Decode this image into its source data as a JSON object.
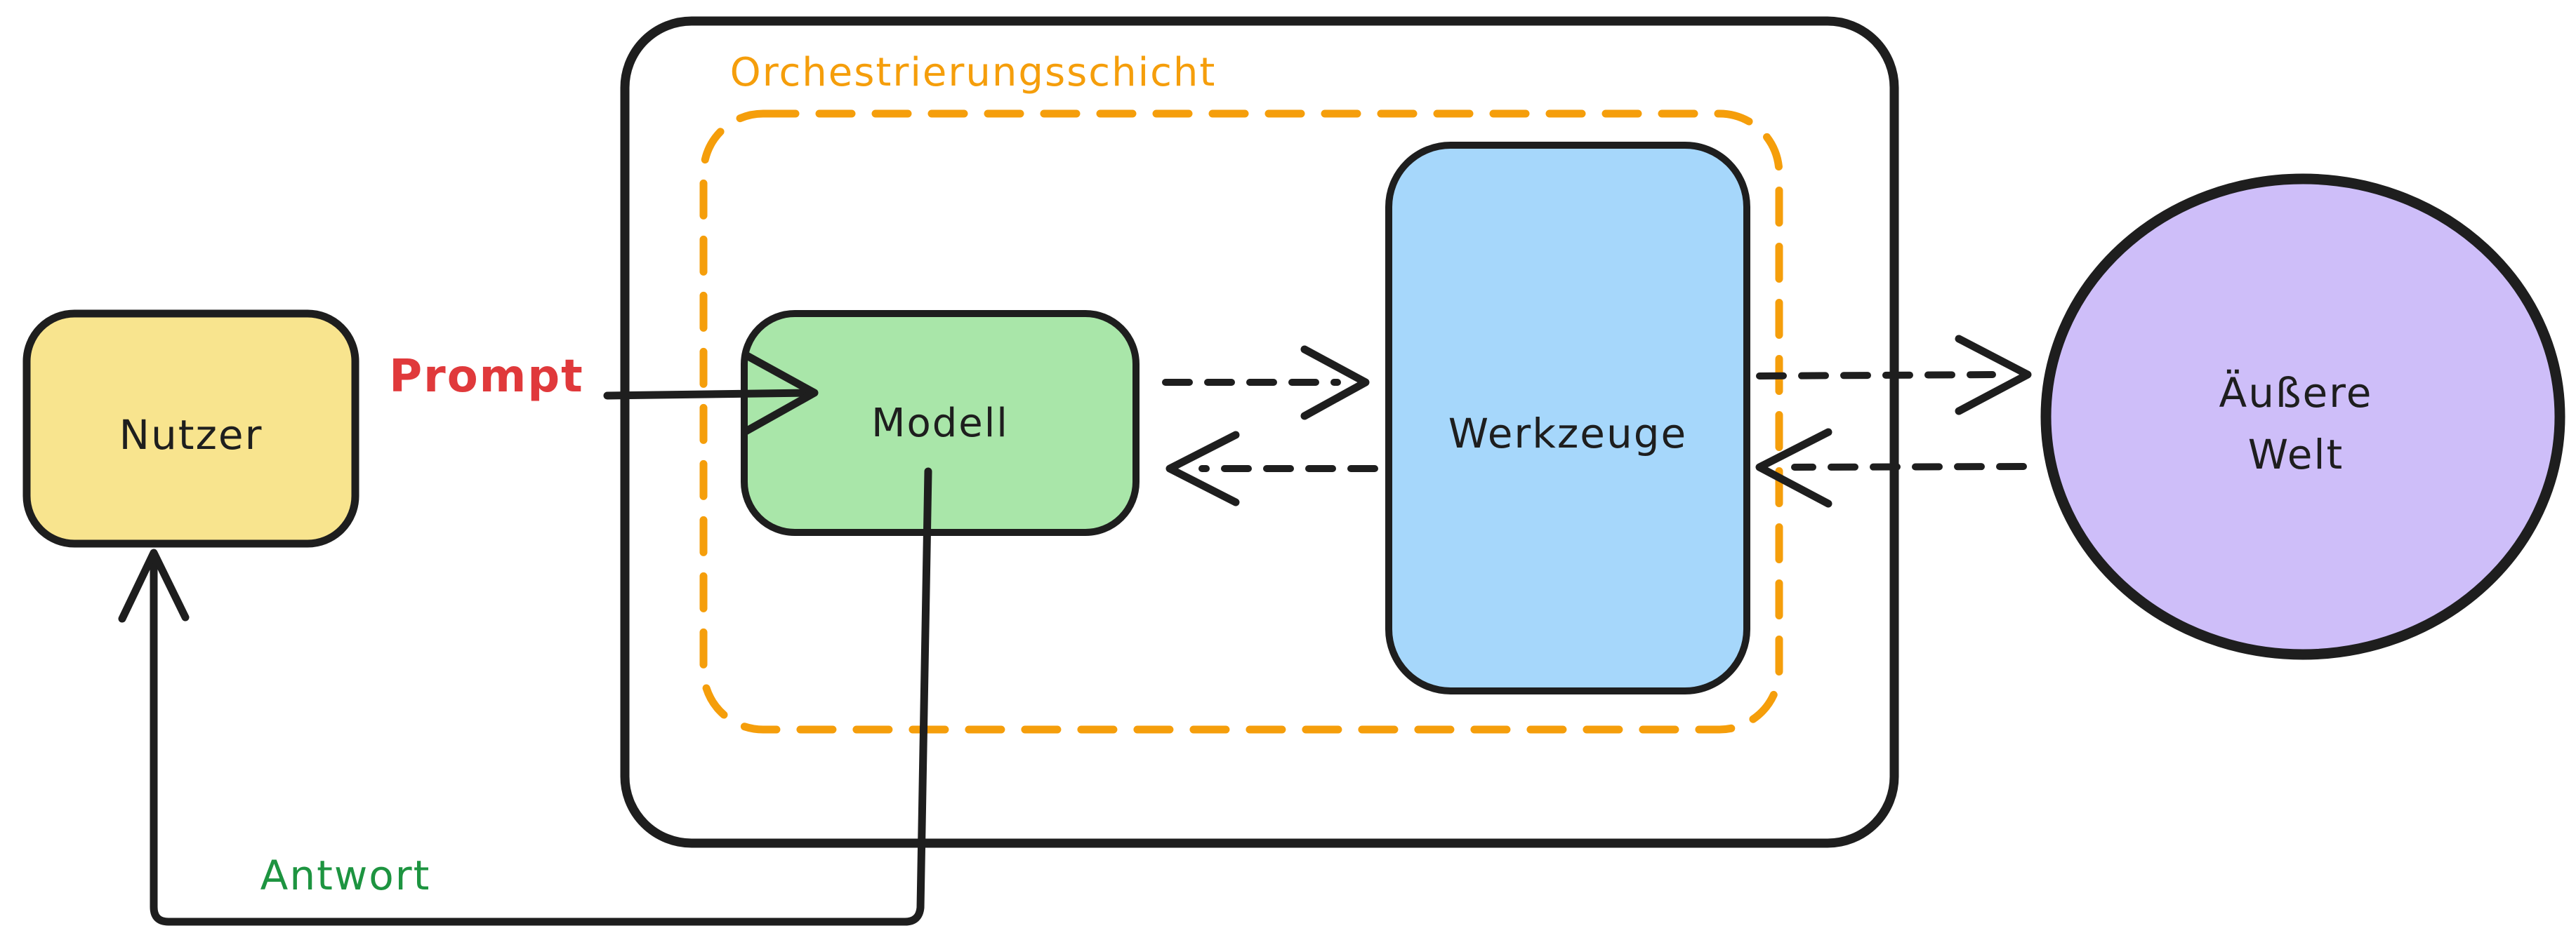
{
  "diagram": {
    "canvas": {
      "background": "#ffffff",
      "ink": "#1e1e1e"
    },
    "nodes": {
      "nutzer": {
        "label": "Nutzer",
        "shape": "rounded-rect",
        "fill": "#f8e48e"
      },
      "modell": {
        "label": "Modell",
        "shape": "rounded-rect",
        "fill": "#a9e6a9"
      },
      "werkzeuge": {
        "label": "Werkzeuge",
        "shape": "rounded-rect",
        "fill": "#a6d7fb"
      },
      "aeussere_welt": {
        "label_line1": "Äußere",
        "label_line2": "Welt",
        "shape": "circle",
        "fill": "#cebef9"
      }
    },
    "containers": {
      "outer_boundary": {
        "style": "solid",
        "stroke": "#1e1e1e"
      },
      "orchestrierung": {
        "label": "Orchestrierungsschicht",
        "style": "dashed",
        "color": "#f59e0b"
      }
    },
    "edges": {
      "prompt": {
        "label": "Prompt",
        "label_color": "#e0393b",
        "style": "solid",
        "from": "Nutzer",
        "to": "Modell"
      },
      "antwort": {
        "label": "Antwort",
        "label_color": "#1d9440",
        "style": "solid",
        "from": "Modell",
        "to": "Nutzer"
      },
      "modell_to_werkzeuge": {
        "style": "dashed",
        "from": "Modell",
        "to": "Werkzeuge"
      },
      "werkzeuge_to_modell": {
        "style": "dashed",
        "from": "Werkzeuge",
        "to": "Modell"
      },
      "werkzeuge_to_welt": {
        "style": "dashed",
        "from": "Werkzeuge",
        "to": "Äußere Welt"
      },
      "welt_to_werkzeuge": {
        "style": "dashed",
        "from": "Äußere Welt",
        "to": "Werkzeuge"
      }
    }
  }
}
